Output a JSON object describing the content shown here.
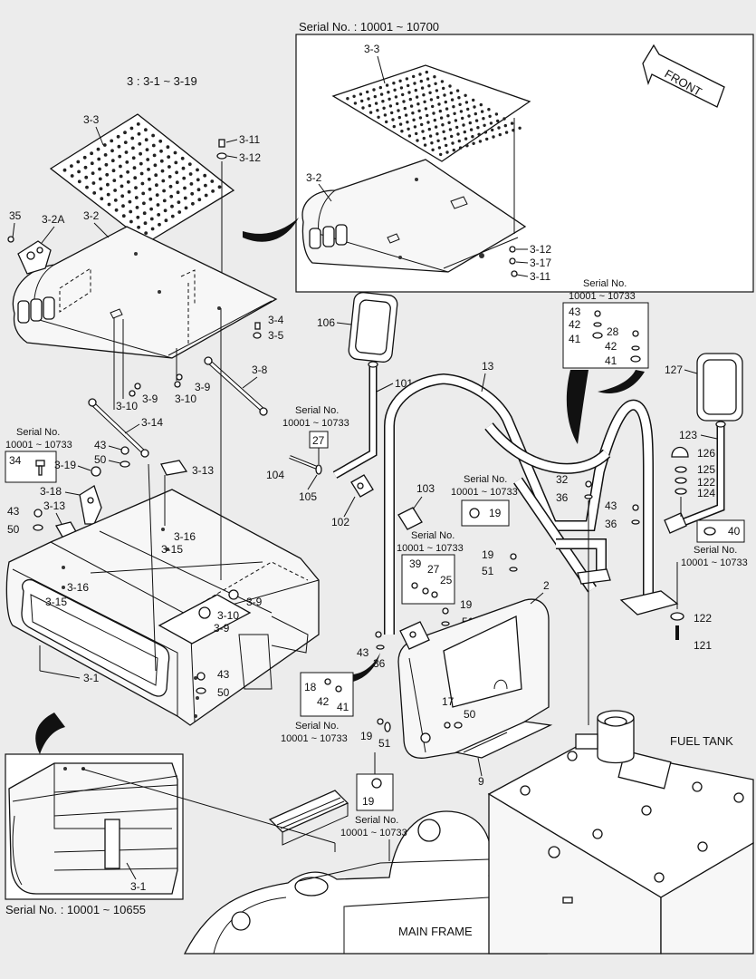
{
  "labels": {
    "series_top": "Serial No. : 10001 ~ 10700",
    "series_bottom": "Serial No. : 10001 ~ 10655",
    "range_note": "3 : 3-1 ~ 3-19",
    "front": "FRONT",
    "fuel_tank": "FUEL TANK",
    "main_frame": "MAIN FRAME",
    "serial_no": "Serial No.",
    "serial_range": "10001 ~ 10733"
  },
  "parts": {
    "p3_3a": "3-3",
    "p3_3b": "3-3",
    "p3_2a": "3-2",
    "p3_2b": "3-2",
    "p3_2A": "3-2A",
    "p35": "35",
    "p3_11a": "3-11",
    "p3_12a": "3-12",
    "p3_12b": "3-12",
    "p3_17": "3-17",
    "p3_11b": "3-11",
    "p3_4": "3-4",
    "p3_5": "3-5",
    "p3_8": "3-8",
    "p3_9a": "3-9",
    "p3_10a": "3-10",
    "p3_9b": "3-9",
    "p3_10b": "3-10",
    "p3_14": "3-14",
    "p3_13a": "3-13",
    "p3_13b": "3-13",
    "p43a": "43",
    "p50a": "50",
    "p34": "34",
    "p3_19": "3-19",
    "p3_18": "3-18",
    "p43b": "43",
    "p50b": "50",
    "p3_16a": "3-16",
    "p3_15a": "3-15",
    "p3_16b": "3-16",
    "p3_15b": "3-15",
    "p3_9c": "3-9",
    "p3_10c": "3-10",
    "p3_9d": "3-9",
    "p43c": "43",
    "p50c": "50",
    "p3_1a": "3-1",
    "p3_1b": "3-1",
    "p106": "106",
    "p101": "101",
    "p13": "13",
    "p27a": "27",
    "p104": "104",
    "p105": "105",
    "p103": "103",
    "p102": "102",
    "p19a": "19",
    "p39": "39",
    "p27b": "27",
    "p25": "25",
    "p19b": "19",
    "p51a": "51",
    "p19c": "19",
    "p51b": "51",
    "p2": "2",
    "p43d": "43",
    "p36a": "36",
    "p18": "18",
    "p42a": "42",
    "p41a": "41",
    "p17": "17",
    "p50d": "50",
    "p19d": "19",
    "p51c": "51",
    "p9": "9",
    "p19e": "19",
    "p43e": "43",
    "p42b": "42",
    "p41b": "41",
    "p28": "28",
    "p42c": "42",
    "p41c": "41",
    "p32": "32",
    "p36b": "36",
    "p43f": "43",
    "p36c": "36",
    "p127": "127",
    "p123": "123",
    "p126": "126",
    "p125": "125",
    "p122a": "122",
    "p124": "124",
    "p40": "40",
    "p122b": "122",
    "p121": "121"
  }
}
